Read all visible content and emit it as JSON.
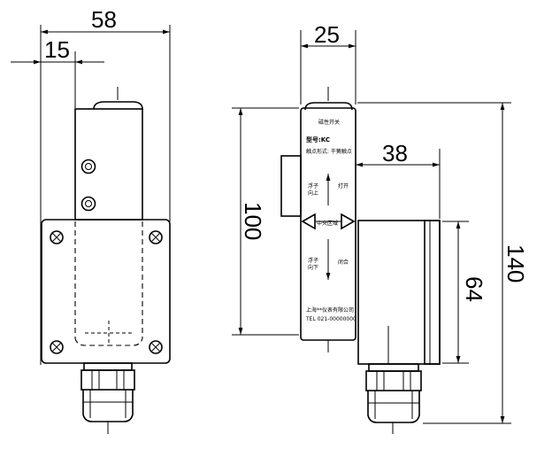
{
  "dimensions": {
    "left_width": "58",
    "left_offset": "15",
    "right_body_width": "25",
    "right_gauge_depth": "38",
    "right_body_height": "100",
    "right_gauge_height": "64",
    "overall_height": "140"
  },
  "panel_labels": {
    "title": "磁性开关",
    "model": "型号:KC",
    "contact_form": "触点形式: 干簧触点",
    "float_up": "浮子",
    "float_up_2": "向上",
    "open": "打开",
    "center_zone": "中央区域",
    "float_down": "浮子",
    "float_down_2": "向下",
    "close": "闭合",
    "maker": "上海**仪表有限公司",
    "tel": "TEL 021-00000000"
  }
}
